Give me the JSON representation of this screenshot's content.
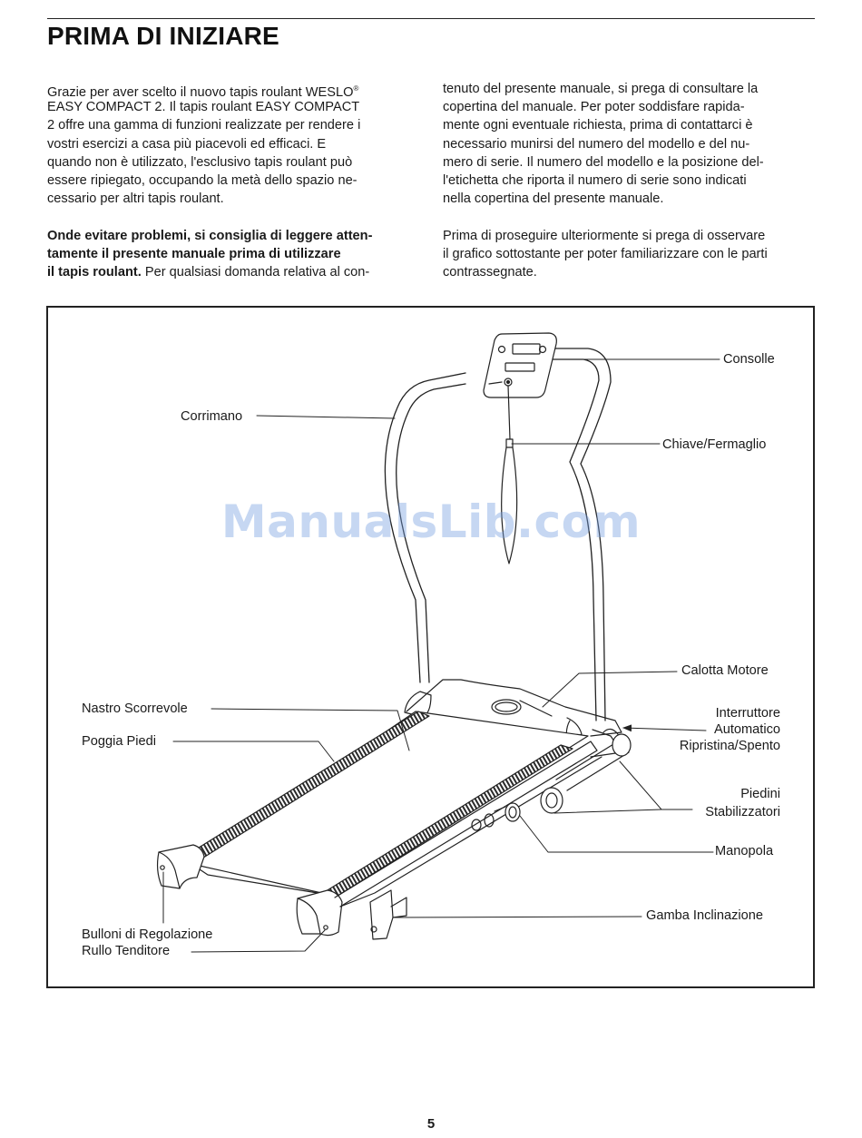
{
  "title": "PRIMA DI INIZIARE",
  "left_column": {
    "l1_text": "Grazie per aver scelto il nuovo tapis roulant WESLO",
    "l1_mark": "®",
    "l2": "EASY COMPACT 2. Il tapis roulant EASY COMPACT",
    "l3": "2 offre una gamma di funzioni realizzate per rendere i",
    "l4": "vostri esercizi a casa più piacevoli ed efficaci. E",
    "l5": "quando non è utilizzato, l'esclusivo tapis roulant può",
    "l6": "essere ripiegato, occupando la metà dello spazio ne-",
    "l7": "cessario per altri tapis roulant.",
    "b1": "Onde evitare problemi, si consiglia di leggere atten-",
    "b2": "tamente il presente manuale prima di utilizzare",
    "b3_bold": "il tapis roulant.",
    "b3_rest": " Per qualsiasi domanda relativa al con-"
  },
  "right_column": {
    "l1": "tenuto del presente manuale, si prega di consultare la",
    "l2": "copertina del manuale. Per poter soddisfare rapida-",
    "l3": "mente ogni eventuale richiesta, prima di contattarci è",
    "l4": "necessario munirsi del numero del modello e del nu-",
    "l5": "mero di serie. Il numero del modello e la posizione del-",
    "l6": "l'etichetta che riporta il numero di serie sono indicati",
    "l7": "nella copertina del presente manuale.",
    "p2_l1": "Prima di proseguire ulteriormente si prega di osservare",
    "p2_l2": "il grafico sottostante per poter familiarizzare con le parti",
    "p2_l3": "contrassegnate."
  },
  "diagram_labels": {
    "consolle": "Consolle",
    "corrimano": "Corrimano",
    "chiave": "Chiave/Fermaglio",
    "calotta": "Calotta Motore",
    "nastro": "Nastro Scorrevole",
    "interruttore_1": "Interruttore",
    "interruttore_2": "Automatico",
    "interruttore_3": "Ripristina/Spento",
    "poggia": "Poggia Piedi",
    "piedini_1": "Piedini",
    "piedini_2": "Stabilizzatori",
    "manopola": "Manopola",
    "gamba": "Gamba Inclinazione",
    "bulloni_1": "Bulloni di Regolazione",
    "bulloni_2": "Rullo Tenditore"
  },
  "watermark": "ManualsLib.com",
  "page_number": "5"
}
